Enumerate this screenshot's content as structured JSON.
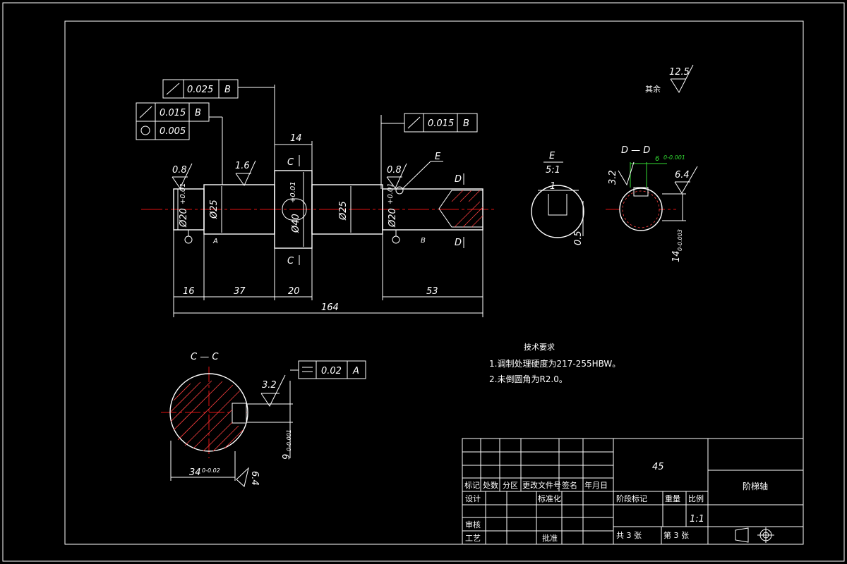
{
  "tolerances": {
    "runout_top": {
      "value": "0.025",
      "datum": "B"
    },
    "runout_left": {
      "value": "0.015",
      "datum": "B"
    },
    "cylindricity_left": {
      "value": "0.005"
    },
    "runout_right": {
      "value": "0.015",
      "datum": "B"
    },
    "parallelism_section": {
      "value": "0.02",
      "datum": "A"
    }
  },
  "roughness": {
    "other": "12.5",
    "other_label": "其余",
    "left_end": "0.8",
    "shaft_a": "1.6",
    "right_end": "0.8",
    "keyway_side": "3.2",
    "keyway_d": "6.4",
    "section_c": "3.2",
    "section_c_bottom": "6.4"
  },
  "dimensions": {
    "len_16": "16",
    "len_37": "37",
    "len_20": "20",
    "len_53": "53",
    "len_164": "164",
    "len_14": "14",
    "dia_left": "Ø20",
    "dia_25a": "Ø25",
    "dia_40": "Ø40",
    "dia_25b": "Ø25",
    "dia_right": "Ø20",
    "tol_left": "+0.01",
    "tol_right": "+0.01",
    "tol_40": "+0.01",
    "key_width_c": "9",
    "key_tol_c": "0-0.001",
    "sec_c_dia": "34",
    "sec_c_tol": "0-0.02",
    "detail_1": "1",
    "detail_05": "0.5",
    "dd_width": "6",
    "dd_width_tol": "0-0.001",
    "dd_depth": "14",
    "dd_depth_tol": "0-0.003"
  },
  "labels": {
    "datum_a": "A",
    "datum_b": "B",
    "section_c": "C",
    "section_d": "D",
    "detail_e": "E",
    "detail_e_title": "E",
    "detail_e_scale": "5:1",
    "section_dd_title": "D — D",
    "section_cc_title": "C — C"
  },
  "tech_requirements": {
    "title": "技术要求",
    "line1": "1.调制处理硬度为217-255HBW。",
    "line2": "2.未倒圆角为R2.0。"
  },
  "title_block": {
    "material": "45",
    "part_name": "阶梯轴",
    "mark": "标记",
    "count": "处数",
    "zone": "分区",
    "change_doc": "更改文件号",
    "signature": "签名",
    "date": "年月日",
    "design": "设计",
    "standardize": "标准化",
    "stage_mark": "阶段标记",
    "weight": "重量",
    "scale_label": "比例",
    "scale": "1:1",
    "review": "审核",
    "process": "工艺",
    "approve": "批准",
    "sheets_total": "共 3 张",
    "sheet_no": "第 3 张"
  }
}
